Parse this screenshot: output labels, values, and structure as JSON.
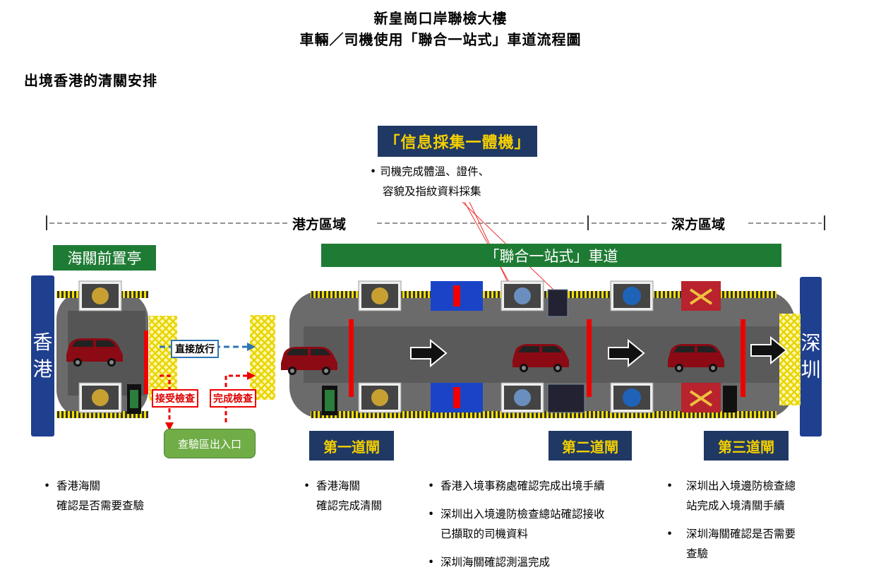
{
  "header": {
    "title_line1": "新皇崗口岸聯檢大樓",
    "title_line2": "車輛／司機使用「聯合一站式」車道流程圖",
    "section_title": "出境香港的清關安排"
  },
  "kiosk": {
    "label": "「信息採集一體機」",
    "desc_line1": "• 司機完成體溫、證件、",
    "desc_line2": "容貌及指紋資料採集"
  },
  "regions": {
    "hk": "港方區域",
    "sz": "深方區域"
  },
  "boxes": {
    "customs_booth": "海關前置亭",
    "joint_lane": "「聯合一站式」車道"
  },
  "sides": {
    "left": [
      "香",
      "港"
    ],
    "right": [
      "深",
      "圳"
    ]
  },
  "flow_tags": {
    "direct_release": "直接放行",
    "accept_inspection": "接受檢查",
    "complete_inspection": "完成檢查",
    "inspection_entrance": "查驗區出入口"
  },
  "gates": {
    "gate1": "第一道閘",
    "gate2": "第二道閘",
    "gate3": "第三道閘"
  },
  "notes": {
    "booth": [
      "香港海關",
      "確認是否需要查驗"
    ],
    "gate1": [
      "香港海關",
      "確認完成清關"
    ],
    "gate2": [
      "香港入境事務處確認完成出境手續",
      "深圳出入境邊防檢查總站確認接收",
      "已擷取的司機資料",
      "深圳海關確認測溫完成"
    ],
    "gate3": [
      "深圳出入境邊防檢查總",
      "站完成入境清關手續",
      "深圳海關確認是否需要",
      "查驗"
    ]
  },
  "colors": {
    "navy": "#1f3864",
    "gold": "#f5d000",
    "green": "#1e7b34",
    "road": "#6b6b6b",
    "yellow_mesh": "#f2e21a",
    "red_bar": "#e00000",
    "car": "#8b0a14"
  }
}
